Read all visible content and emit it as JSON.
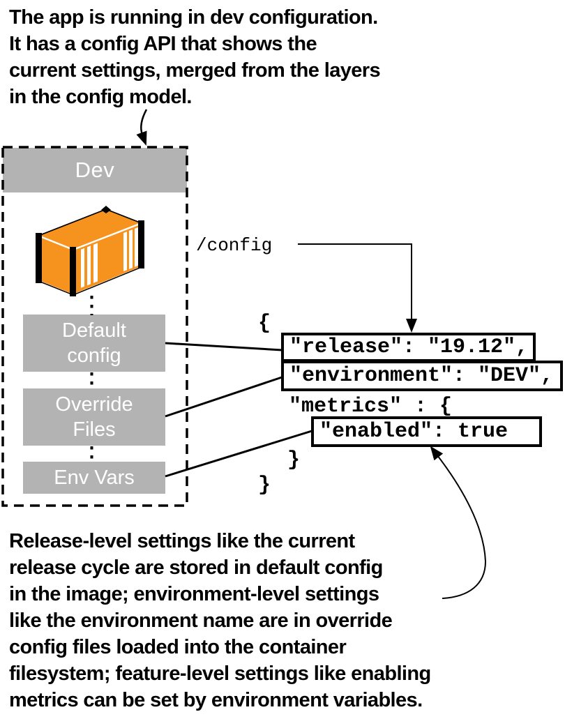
{
  "annotations": {
    "top": "The app is running in dev configuration.\nIt has a config API that shows the\ncurrent settings, merged from the layers\nin the config model.",
    "bottom": "Release-level settings like the current\nrelease cycle are stored in default config\nin the image; environment-level settings\nlike the environment name are in override\nconfig files loaded into the container\nfilesystem; feature-level settings like enabling\nmetrics can be set by environment variables."
  },
  "environment_box": {
    "title": "Dev",
    "layers": [
      {
        "label": "Default\nconfig"
      },
      {
        "label": "Override\nFiles"
      },
      {
        "label": "Env Vars"
      }
    ]
  },
  "api": {
    "endpoint": "/config"
  },
  "config_response": {
    "open_brace": "{",
    "release_line": "\"release\": \"19.12\",",
    "environment_line": "\"environment\": \"DEV\",",
    "metrics_open_line": "\"metrics\" : {",
    "enabled_line": "\"enabled\": true",
    "metrics_close_brace": "}",
    "close_brace": "}"
  },
  "icons": {
    "container": "container-icon"
  },
  "colors": {
    "layer_gray": "#b3b3b3",
    "container_orange": "#f6921e",
    "line_black": "#000000",
    "label_white": "#ffffff"
  }
}
